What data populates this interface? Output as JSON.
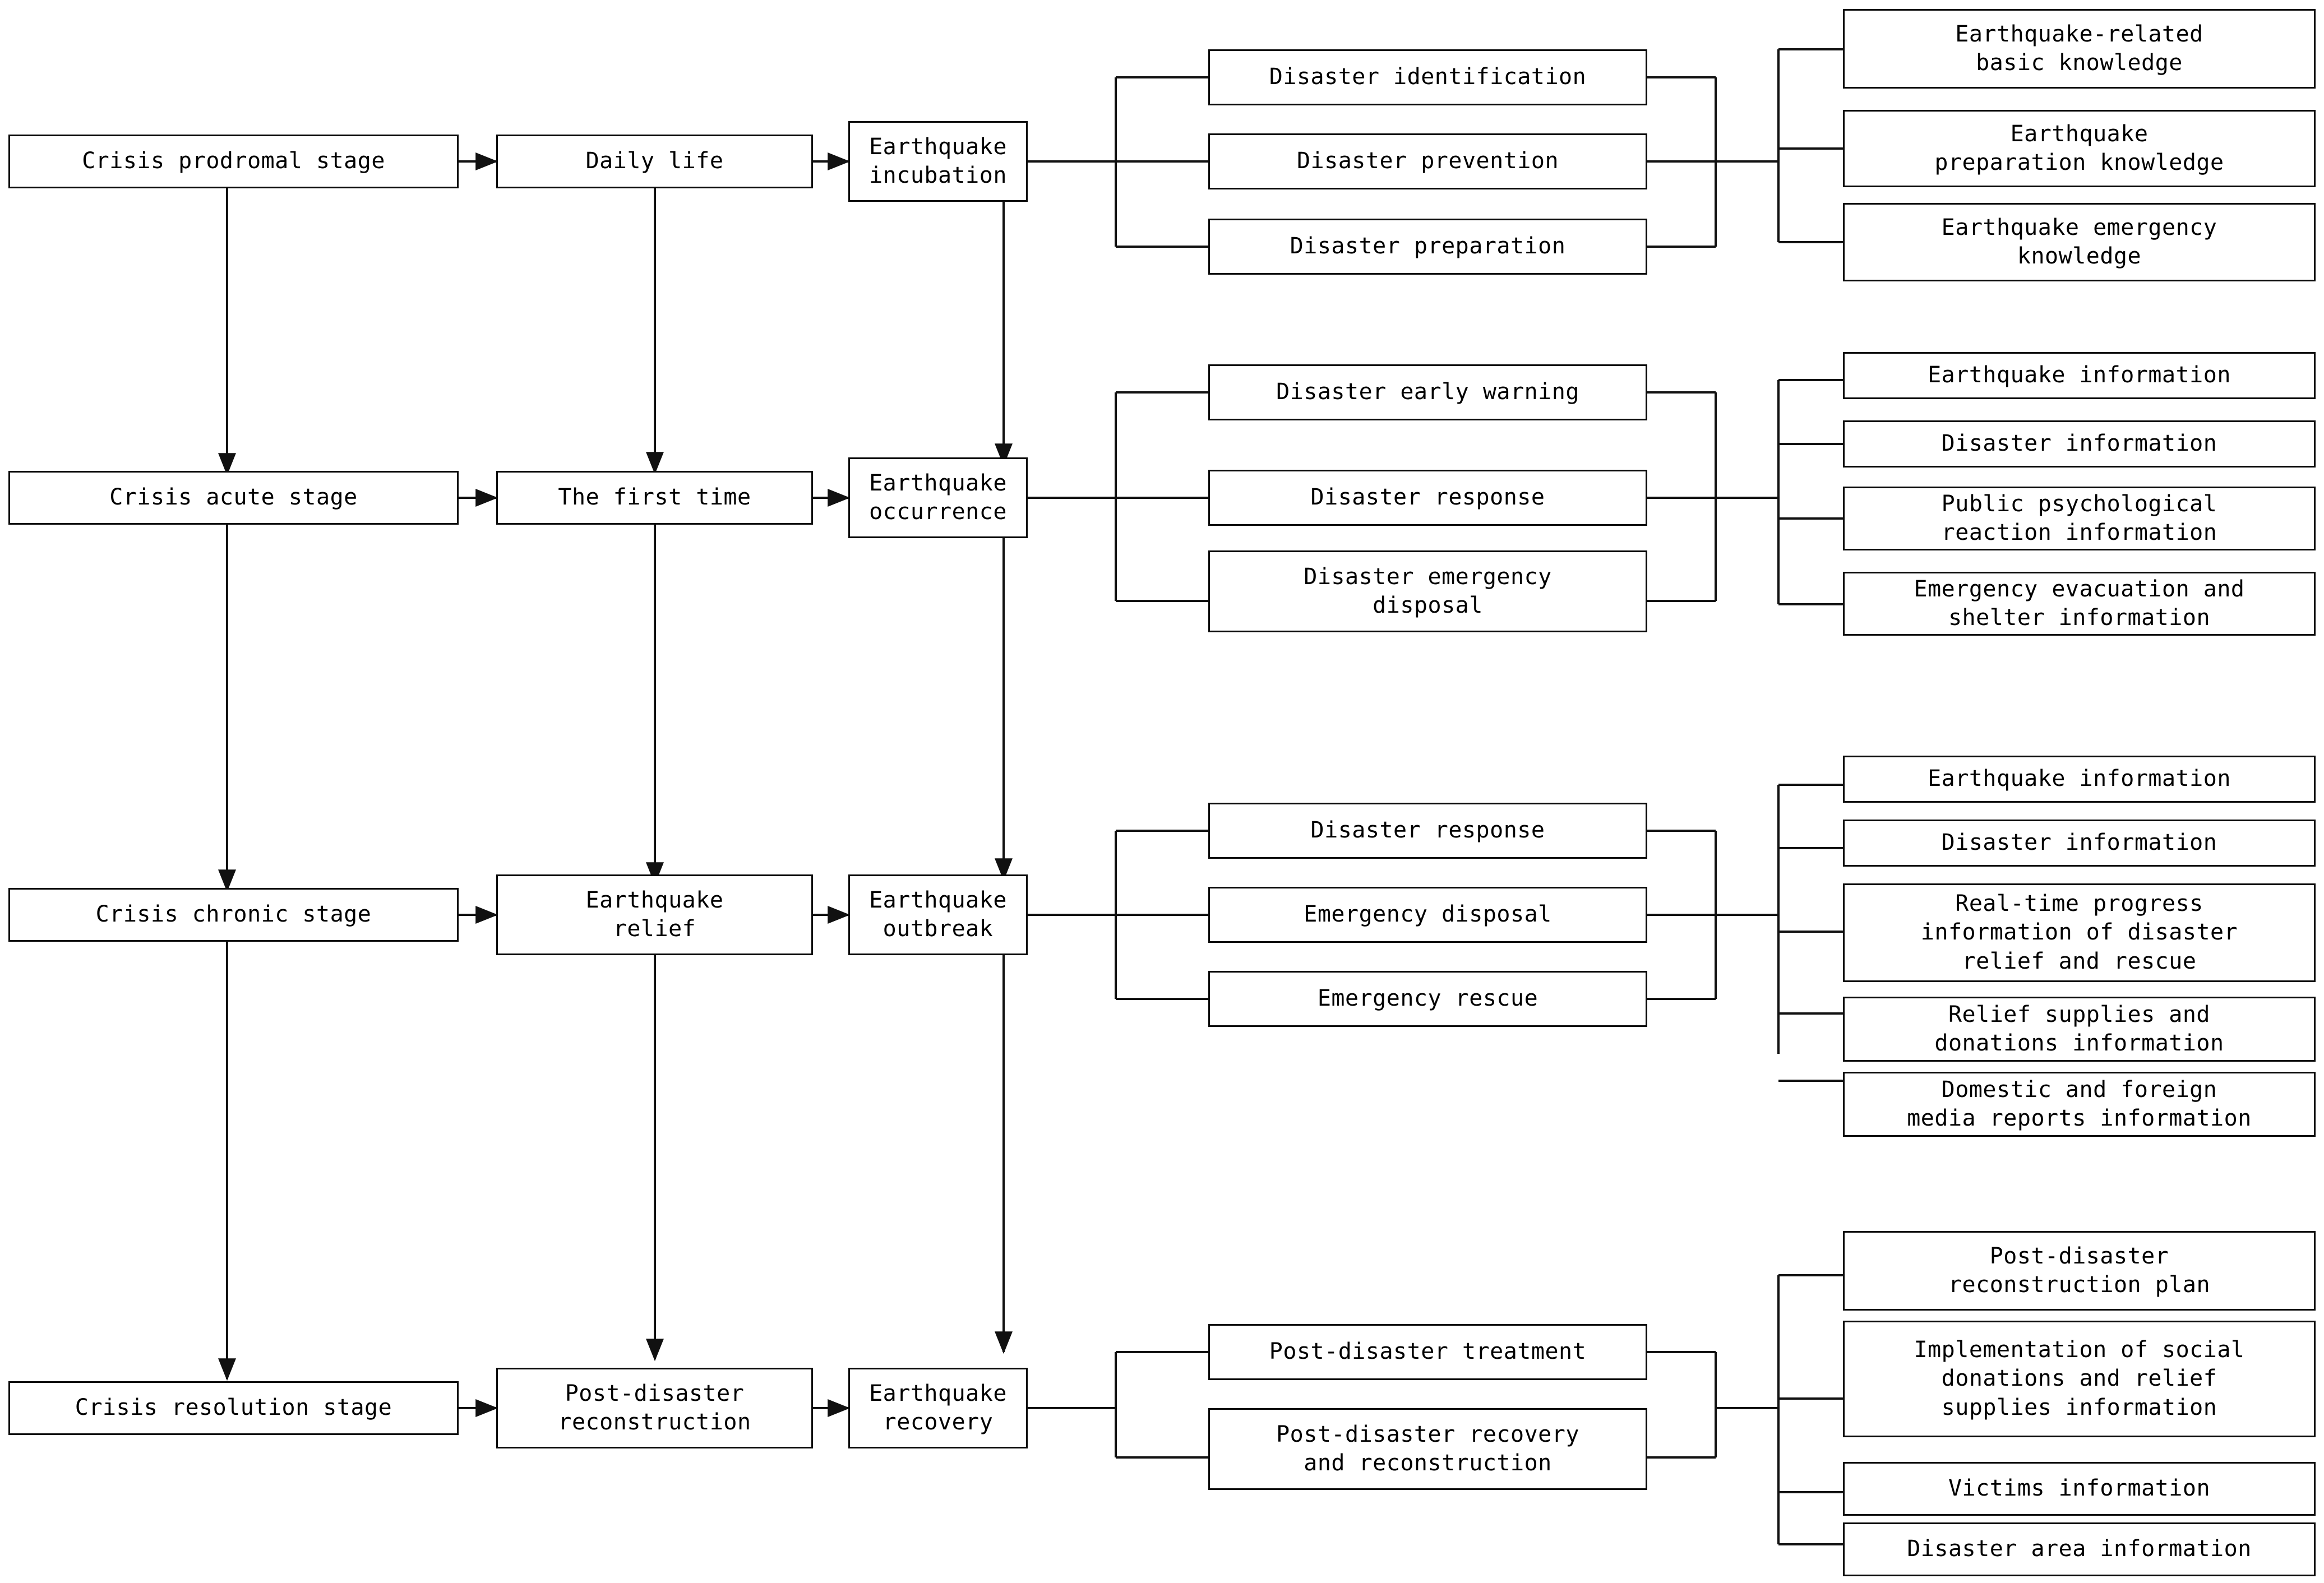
{
  "diagram": {
    "title": "Earthquake crisis lifecycle information needs flowchart",
    "colors": {
      "box_border": "#0a0a0a",
      "connector": "#111111",
      "background": "#ffffff"
    },
    "stages": [
      {
        "id": "stage1",
        "label": "Crisis prodromal stage"
      },
      {
        "id": "stage2",
        "label": "Crisis acute stage"
      },
      {
        "id": "stage3",
        "label": "Crisis chronic stage"
      },
      {
        "id": "stage4",
        "label": "Crisis resolution stage"
      }
    ],
    "periods": [
      {
        "id": "period1",
        "label": "Daily life"
      },
      {
        "id": "period2",
        "label": "The first time"
      },
      {
        "id": "period3",
        "label": "Earthquake\nrelief"
      },
      {
        "id": "period4",
        "label": "Post-disaster\nreconstruction"
      }
    ],
    "phases": [
      {
        "id": "phase1",
        "label": "Earthquake\nincubation"
      },
      {
        "id": "phase2",
        "label": "Earthquake\noccurrence"
      },
      {
        "id": "phase3",
        "label": "Earthquake\noutbreak"
      },
      {
        "id": "phase4",
        "label": "Earthquake\nrecovery"
      }
    ],
    "activities": {
      "row1": [
        {
          "id": "act1-1",
          "label": "Disaster identification"
        },
        {
          "id": "act1-2",
          "label": "Disaster prevention"
        },
        {
          "id": "act1-3",
          "label": "Disaster preparation"
        }
      ],
      "row2": [
        {
          "id": "act2-1",
          "label": "Disaster early warning"
        },
        {
          "id": "act2-2",
          "label": "Disaster response"
        },
        {
          "id": "act2-3",
          "label": "Disaster emergency\ndisposal"
        }
      ],
      "row3": [
        {
          "id": "act3-1",
          "label": "Disaster response"
        },
        {
          "id": "act3-2",
          "label": "Emergency disposal"
        },
        {
          "id": "act3-3",
          "label": "Emergency rescue"
        }
      ],
      "row4": [
        {
          "id": "act4-1",
          "label": "Post-disaster treatment"
        },
        {
          "id": "act4-2",
          "label": "Post-disaster recovery\nand reconstruction"
        }
      ]
    },
    "information": {
      "row1": [
        {
          "id": "info1-1",
          "label": "Earthquake-related\nbasic knowledge"
        },
        {
          "id": "info1-2",
          "label": "Earthquake\npreparation knowledge"
        },
        {
          "id": "info1-3",
          "label": "Earthquake emergency\nknowledge"
        }
      ],
      "row2": [
        {
          "id": "info2-1",
          "label": "Earthquake information"
        },
        {
          "id": "info2-2",
          "label": "Disaster information"
        },
        {
          "id": "info2-3",
          "label": "Public psychological\nreaction information"
        },
        {
          "id": "info2-4",
          "label": "Emergency evacuation and\nshelter information"
        }
      ],
      "row3": [
        {
          "id": "info3-1",
          "label": "Earthquake information"
        },
        {
          "id": "info3-2",
          "label": "Disaster information"
        },
        {
          "id": "info3-3",
          "label": "Real-time progress\ninformation of disaster\nrelief and rescue"
        },
        {
          "id": "info3-4",
          "label": "Relief supplies and\ndonations information"
        },
        {
          "id": "info3-5",
          "label": "Domestic and foreign\nmedia reports information"
        }
      ],
      "row4": [
        {
          "id": "info4-1",
          "label": "Post-disaster\nreconstruction plan"
        },
        {
          "id": "info4-2",
          "label": "Implementation of social\ndonations and relief\nsupplies information"
        },
        {
          "id": "info4-3",
          "label": "Victims information"
        },
        {
          "id": "info4-4",
          "label": "Disaster area information"
        }
      ]
    }
  }
}
